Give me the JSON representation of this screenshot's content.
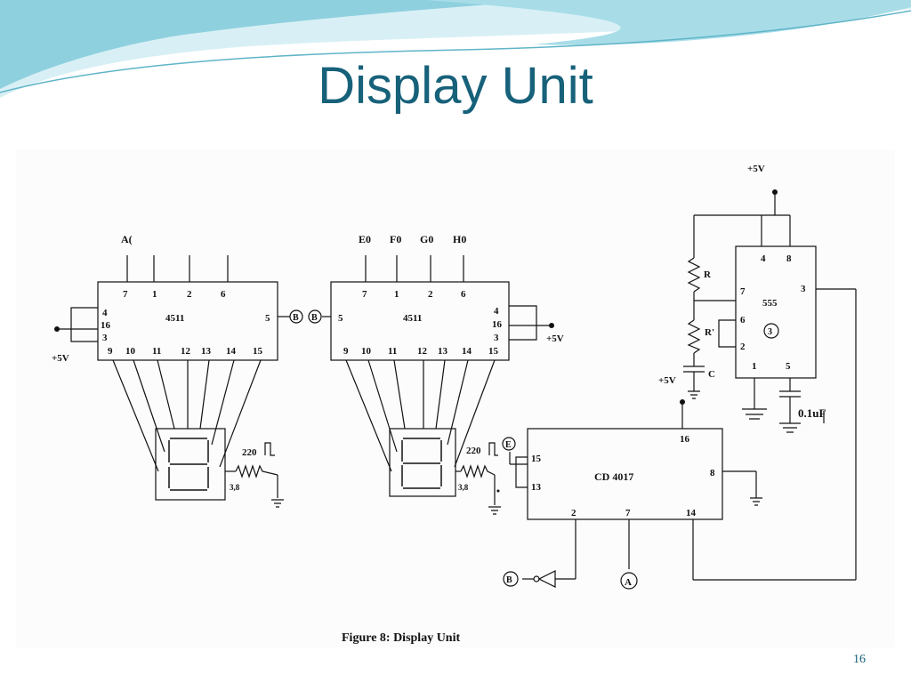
{
  "slide": {
    "title": "Display Unit",
    "caption": "Figure 8: Display Unit",
    "page_number": "16"
  },
  "colors": {
    "title": "#17617a",
    "swoosh_light": "#bfe6ef",
    "swoosh_dark": "#7cc7d9"
  },
  "diagram": {
    "supply_label": "+5V",
    "left_decoder": {
      "chip": "4511",
      "input_label": "A(",
      "pins_top": [
        "7",
        "1",
        "2",
        "6"
      ],
      "pins_side": [
        "4",
        "16",
        "3"
      ],
      "pin_right": "5",
      "pins_bottom": [
        "9",
        "10",
        "11",
        "12",
        "13",
        "14",
        "15"
      ],
      "node": "B"
    },
    "right_decoder": {
      "chip": "4511",
      "input_labels": [
        "E0",
        "F0",
        "G0",
        "H0"
      ],
      "pins_top": [
        "7",
        "1",
        "2",
        "6"
      ],
      "pins_side": [
        "4",
        "16",
        "3"
      ],
      "pin_left": "5",
      "pins_bottom": [
        "9",
        "10",
        "11",
        "12",
        "13",
        "14",
        "15"
      ],
      "node": "B"
    },
    "display_resistor": "220",
    "display_pins": "3,8",
    "timer": {
      "chip": "555",
      "pins": [
        "4",
        "8",
        "7",
        "6",
        "2",
        "1",
        "5",
        "3"
      ],
      "node": "3",
      "resistor_r": "R",
      "resistor_r2": "R'",
      "capacitor": "C",
      "capacitor2": "0.1uF"
    },
    "counter": {
      "chip": "CD 4017",
      "pins": [
        "16",
        "15",
        "13",
        "8",
        "2",
        "7",
        "14"
      ],
      "node": "E"
    },
    "nodes_bottom": [
      "B",
      "A"
    ]
  }
}
